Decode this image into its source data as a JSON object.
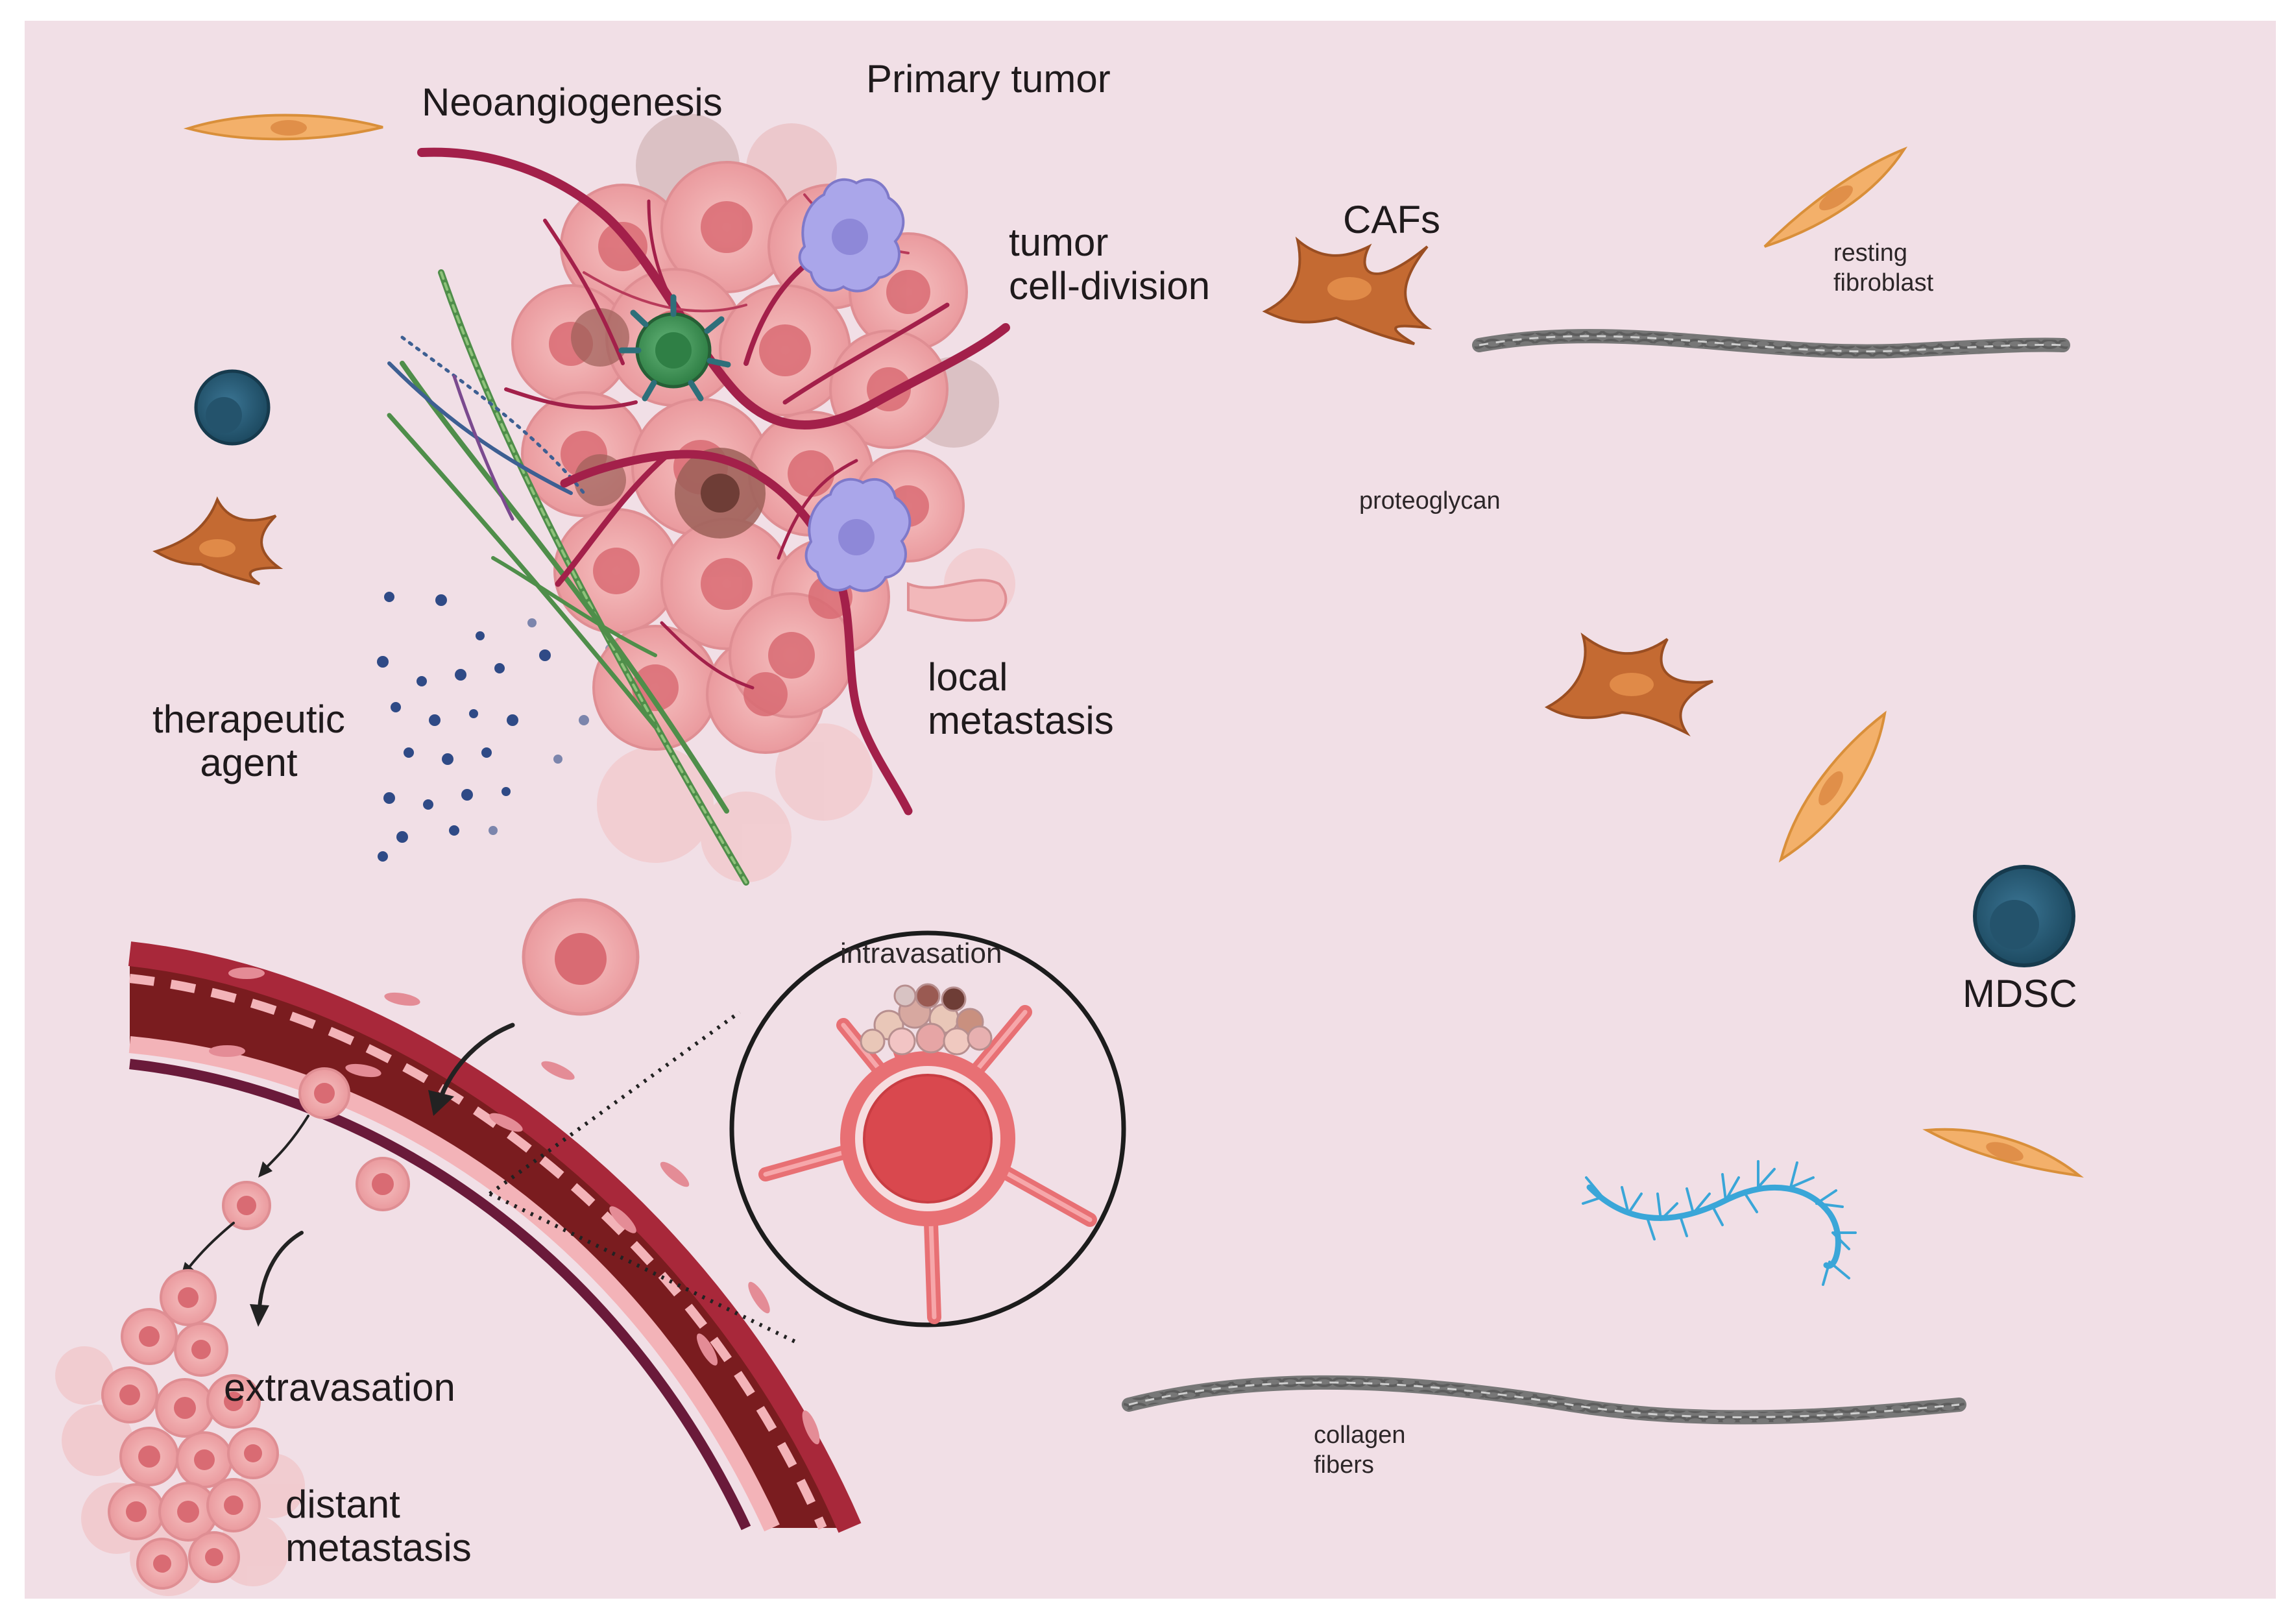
{
  "figure": {
    "labels": {
      "primary_tumor": "Primary tumor",
      "neoangiogenesis": "Neoangiogenesis",
      "tumor_cell_division": "tumor\ncell-division",
      "cafs": "CAFs",
      "resting_fibroblast": "resting\nfibroblast",
      "proteoglycan": "proteoglycan",
      "therapeutic_agent": "therapeutic\nagent",
      "local_metastasis": "local\nmetastasis",
      "intravasation": "intravasation",
      "mdsc": "MDSC",
      "extravasation": "extravasation",
      "distant_metastasis": "distant\nmetastasis",
      "collagen_fibers": "collagen\nfibers"
    },
    "colors": {
      "background": "#f1dfe6",
      "frame": "#ffffff",
      "vessel_blood": "#7a1c1f",
      "vessel_wall": "#9e2a3a",
      "vessel_endothelium": "#f3b3b8",
      "basement_membrane": "#6a1a3a",
      "tumor_cell": "#f2a7a7",
      "tumor_nucleus": "#d96b73",
      "caf": "#c46a32",
      "fibroblast": "#f3b06a",
      "mdsc": "#2c5f7a",
      "immune_cell": "#aaa6ea",
      "t_cell": "#4a9a5b",
      "collagen": "#6e6e6e",
      "proteoglycan": "#3aa6d8",
      "drug_particles": "#2f4a86"
    },
    "icons": [
      "tumor-mass-icon",
      "blood-vessel-icon",
      "fibroblast-icon",
      "caf-icon",
      "mdsc-icon",
      "t-cell-icon",
      "dendritic-cell-icon",
      "collagen-fiber-icon",
      "proteoglycan-icon",
      "drug-particles-icon",
      "intravasation-zoom-icon",
      "arrow-icon"
    ]
  }
}
